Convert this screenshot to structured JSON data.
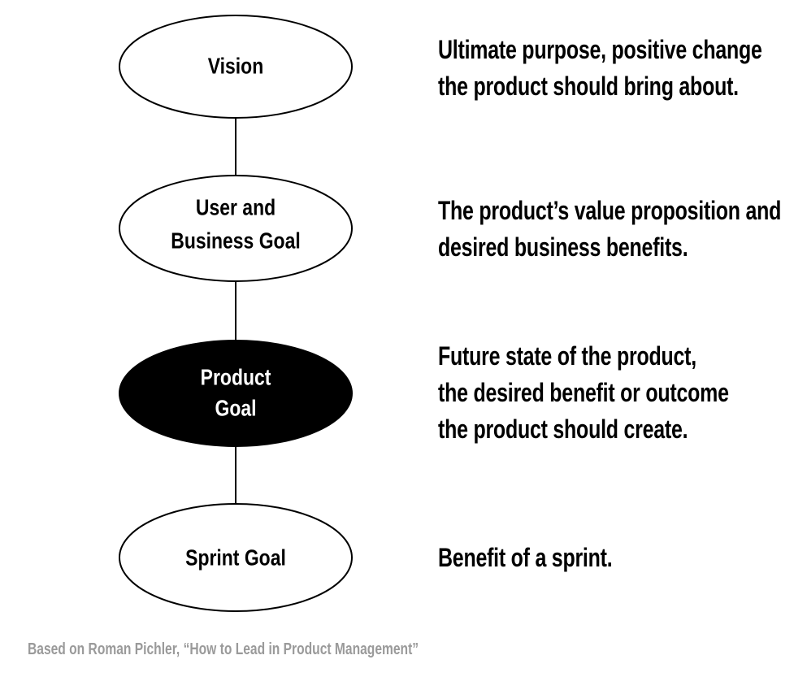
{
  "colors": {
    "background": "#ffffff",
    "stroke": "#000000",
    "highlight_fill": "#000000",
    "highlight_text": "#ffffff",
    "caption": "#9a9a9a"
  },
  "nodes": [
    {
      "id": "vision",
      "lines": [
        "Vision"
      ],
      "highlighted": false
    },
    {
      "id": "user-business-goal",
      "lines": [
        "User and",
        "Business Goal"
      ],
      "highlighted": false
    },
    {
      "id": "product-goal",
      "lines": [
        "Product",
        "Goal"
      ],
      "highlighted": true
    },
    {
      "id": "sprint-goal",
      "lines": [
        "Sprint Goal"
      ],
      "highlighted": false
    }
  ],
  "descriptions": [
    {
      "lines": [
        "Ultimate purpose, positive change",
        "the product should bring about."
      ]
    },
    {
      "lines": [
        "The product’s value proposition and",
        "desired business benefits."
      ]
    },
    {
      "lines": [
        "Future state of the product,",
        "the desired benefit or outcome",
        "the product should create."
      ]
    },
    {
      "lines": [
        "Benefit of a sprint."
      ]
    }
  ],
  "caption": "Based on Roman Pichler, “How to Lead in Product Management”"
}
